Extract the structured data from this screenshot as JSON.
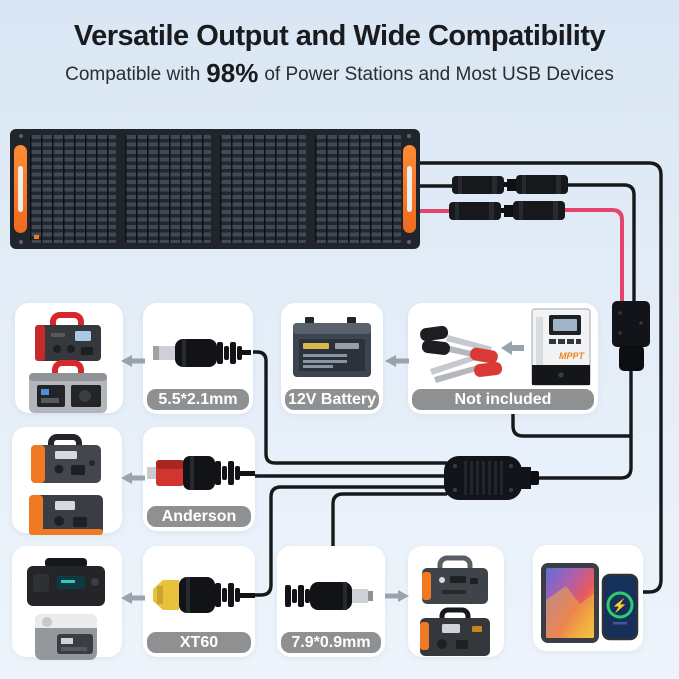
{
  "header": {
    "title": "Versatile Output and Wide Compatibility",
    "subtitle_prefix": "Compatible with",
    "subtitle_highlight": "98%",
    "subtitle_suffix": "of Power Stations and Most USB Devices"
  },
  "connector_cards": [
    {
      "id": "dc-5521",
      "label": "5.5*2.1mm"
    },
    {
      "id": "battery-12v",
      "label": "12V Battery"
    },
    {
      "id": "not-included",
      "label": "Not included"
    },
    {
      "id": "anderson",
      "label": "Anderson"
    },
    {
      "id": "xt60",
      "label": "XT60"
    },
    {
      "id": "dc-7909",
      "label": "7.9*0.9mm"
    }
  ],
  "controller": {
    "mppt_label": "MPPT"
  },
  "icons": {
    "charge_bolt_glyph": "⚡",
    "left_arrow": "left-arrow-icon",
    "right_arrow": "right-arrow-icon",
    "solar_panel": "solar-panel-image"
  },
  "colors": {
    "background_top": "#d9e6f3",
    "background_bottom": "#eef4fb",
    "panel_dark": "#20242b",
    "handle_orange": "#f07a23",
    "wire_black": "#17181a",
    "wire_red": "#e4436a",
    "card_white": "#ffffff",
    "badge_gray": "#8e9092",
    "arrow_gray": "#9aa3ac",
    "xt60_yellow": "#e9c23c",
    "anderson_red": "#d23430",
    "charge_green": "#2ee06e",
    "mppt_orange": "#e8851e"
  }
}
